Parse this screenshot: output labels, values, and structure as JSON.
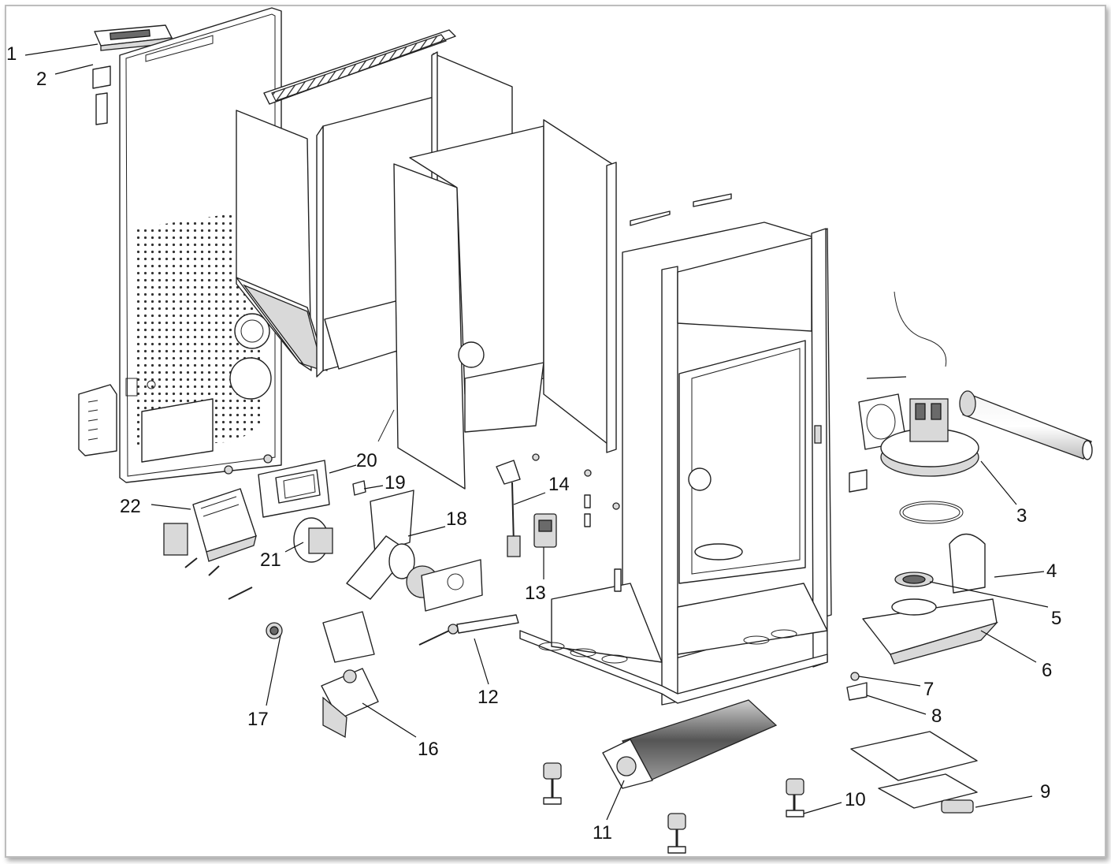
{
  "diagram": {
    "callouts": [
      {
        "id": "1",
        "label": "1"
      },
      {
        "id": "2",
        "label": "2"
      },
      {
        "id": "3",
        "label": "3"
      },
      {
        "id": "4",
        "label": "4"
      },
      {
        "id": "5",
        "label": "5"
      },
      {
        "id": "6",
        "label": "6"
      },
      {
        "id": "7",
        "label": "7"
      },
      {
        "id": "8",
        "label": "8"
      },
      {
        "id": "9",
        "label": "9"
      },
      {
        "id": "10",
        "label": "10"
      },
      {
        "id": "11",
        "label": "11"
      },
      {
        "id": "12",
        "label": "12"
      },
      {
        "id": "13",
        "label": "13"
      },
      {
        "id": "14",
        "label": "14"
      },
      {
        "id": "16",
        "label": "16"
      },
      {
        "id": "17",
        "label": "17"
      },
      {
        "id": "18",
        "label": "18"
      },
      {
        "id": "19",
        "label": "19"
      },
      {
        "id": "20",
        "label": "20"
      },
      {
        "id": "21",
        "label": "21"
      },
      {
        "id": "22",
        "label": "22"
      }
    ]
  }
}
